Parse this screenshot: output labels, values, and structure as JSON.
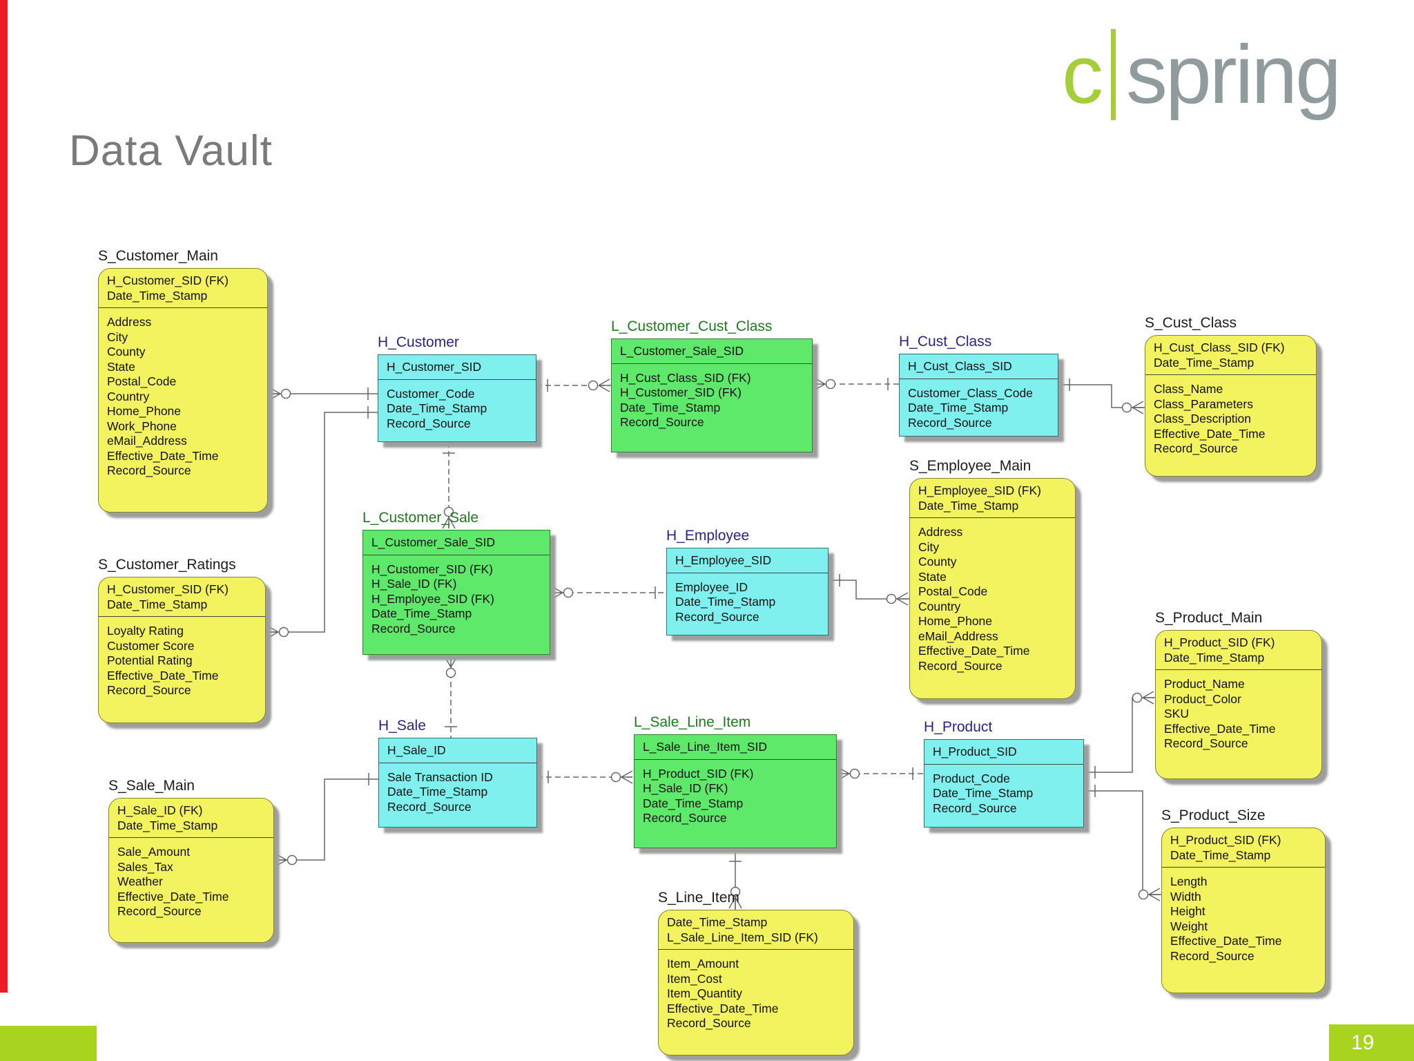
{
  "slide": {
    "title": "Data Vault",
    "page_number": "19"
  },
  "logo": {
    "prefix": "c",
    "suffix": "spring"
  },
  "colors": {
    "satellite_fill": "#f3f25f",
    "hub_fill": "#7ff0ee",
    "link_fill": "#5fe96a",
    "hub_title": "#26267f",
    "link_title": "#1e7a1e",
    "satellite_title": "#1c1c1c",
    "accent_green": "#a8d41f",
    "logo_green": "#a6ce39",
    "logo_gray": "#8f9b9d",
    "left_bar_red": "#ec1c24",
    "slide_title_gray": "#7a7a7a"
  },
  "entities": [
    {
      "name": "S_Customer_Main",
      "type": "satellite",
      "header": [
        "H_Customer_SID (FK)",
        "Date_Time_Stamp"
      ],
      "fields": [
        "Address",
        "City",
        "County",
        "State",
        "Postal_Code",
        "Country",
        "Home_Phone",
        "Work_Phone",
        "eMail_Address",
        "Effective_Date_Time",
        "Record_Source"
      ]
    },
    {
      "name": "S_Customer_Ratings",
      "type": "satellite",
      "header": [
        "H_Customer_SID (FK)",
        "Date_Time_Stamp"
      ],
      "fields": [
        "Loyalty Rating",
        "Customer Score",
        "Potential Rating",
        "Effective_Date_Time",
        "Record_Source"
      ]
    },
    {
      "name": "S_Sale_Main",
      "type": "satellite",
      "header": [
        "H_Sale_ID (FK)",
        "Date_Time_Stamp"
      ],
      "fields": [
        "Sale_Amount",
        "Sales_Tax",
        "Weather",
        "Effective_Date_Time",
        "Record_Source"
      ]
    },
    {
      "name": "H_Customer",
      "type": "hub",
      "header": [
        "H_Customer_SID"
      ],
      "fields": [
        "Customer_Code",
        "Date_Time_Stamp",
        "Record_Source"
      ]
    },
    {
      "name": "L_Customer_Cust_Class",
      "type": "link",
      "header": [
        "L_Customer_Sale_SID"
      ],
      "fields": [
        "H_Cust_Class_SID (FK)",
        "H_Customer_SID (FK)",
        "Date_Time_Stamp",
        "Record_Source"
      ]
    },
    {
      "name": "H_Cust_Class",
      "type": "hub",
      "header": [
        "H_Cust_Class_SID"
      ],
      "fields": [
        "Customer_Class_Code",
        "Date_Time_Stamp",
        "Record_Source"
      ]
    },
    {
      "name": "S_Cust_Class",
      "type": "satellite",
      "header": [
        "H_Cust_Class_SID (FK)",
        "Date_Time_Stamp"
      ],
      "fields": [
        "Class_Name",
        "Class_Parameters",
        "Class_Description",
        "Effective_Date_Time",
        "Record_Source"
      ]
    },
    {
      "name": "S_Employee_Main",
      "type": "satellite",
      "header": [
        "H_Employee_SID (FK)",
        "Date_Time_Stamp"
      ],
      "fields": [
        "Address",
        "City",
        "County",
        "State",
        "Postal_Code",
        "Country",
        "Home_Phone",
        "eMail_Address",
        "Effective_Date_Time",
        "Record_Source"
      ]
    },
    {
      "name": "L_Customer_Sale",
      "type": "link",
      "header": [
        "L_Customer_Sale_SID"
      ],
      "fields": [
        "H_Customer_SID (FK)",
        "H_Sale_ID (FK)",
        "H_Employee_SID (FK)",
        "Date_Time_Stamp",
        "Record_Source"
      ]
    },
    {
      "name": "H_Employee",
      "type": "hub",
      "header": [
        "H_Employee_SID"
      ],
      "fields": [
        "Employee_ID",
        "Date_Time_Stamp",
        "Record_Source"
      ]
    },
    {
      "name": "H_Sale",
      "type": "hub",
      "header": [
        "H_Sale_ID"
      ],
      "fields": [
        "Sale Transaction ID",
        "Date_Time_Stamp",
        "Record_Source"
      ]
    },
    {
      "name": "L_Sale_Line_Item",
      "type": "link",
      "header": [
        "L_Sale_Line_Item_SID"
      ],
      "fields": [
        "H_Product_SID (FK)",
        "H_Sale_ID (FK)",
        "Date_Time_Stamp",
        "Record_Source"
      ]
    },
    {
      "name": "H_Product",
      "type": "hub",
      "header": [
        "H_Product_SID"
      ],
      "fields": [
        "Product_Code",
        "Date_Time_Stamp",
        "Record_Source"
      ]
    },
    {
      "name": "S_Product_Main",
      "type": "satellite",
      "header": [
        "H_Product_SID (FK)",
        "Date_Time_Stamp"
      ],
      "fields": [
        "Product_Name",
        "Product_Color",
        "SKU",
        "Effective_Date_Time",
        "Record_Source"
      ]
    },
    {
      "name": "S_Product_Size",
      "type": "satellite",
      "header": [
        "H_Product_SID (FK)",
        "Date_Time_Stamp"
      ],
      "fields": [
        "Length",
        "Width",
        "Height",
        "Weight",
        "Effective_Date_Time",
        "Record_Source"
      ]
    },
    {
      "name": "S_Line_Item",
      "type": "satellite",
      "header": [
        "Date_Time_Stamp",
        "L_Sale_Line_Item_SID (FK)"
      ],
      "fields": [
        "Item_Amount",
        "Item_Cost",
        "Item_Quantity",
        "Effective_Date_Time",
        "Record_Source"
      ]
    }
  ],
  "relationships": [
    {
      "from": "S_Customer_Main",
      "to": "H_Customer",
      "line": "solid"
    },
    {
      "from": "S_Customer_Ratings",
      "to": "H_Customer",
      "line": "solid"
    },
    {
      "from": "H_Customer",
      "to": "L_Customer_Cust_Class",
      "line": "dashed"
    },
    {
      "from": "L_Customer_Cust_Class",
      "to": "H_Cust_Class",
      "line": "dashed"
    },
    {
      "from": "H_Cust_Class",
      "to": "S_Cust_Class",
      "line": "solid"
    },
    {
      "from": "H_Customer",
      "to": "L_Customer_Sale",
      "line": "dashed"
    },
    {
      "from": "L_Customer_Sale",
      "to": "H_Employee",
      "line": "dashed"
    },
    {
      "from": "H_Employee",
      "to": "S_Employee_Main",
      "line": "solid"
    },
    {
      "from": "L_Customer_Sale",
      "to": "H_Sale",
      "line": "dashed"
    },
    {
      "from": "S_Sale_Main",
      "to": "H_Sale",
      "line": "solid"
    },
    {
      "from": "H_Sale",
      "to": "L_Sale_Line_Item",
      "line": "dashed"
    },
    {
      "from": "L_Sale_Line_Item",
      "to": "H_Product",
      "line": "dashed"
    },
    {
      "from": "H_Product",
      "to": "S_Product_Main",
      "line": "solid"
    },
    {
      "from": "H_Product",
      "to": "S_Product_Size",
      "line": "solid"
    },
    {
      "from": "L_Sale_Line_Item",
      "to": "S_Line_Item",
      "line": "solid"
    }
  ]
}
